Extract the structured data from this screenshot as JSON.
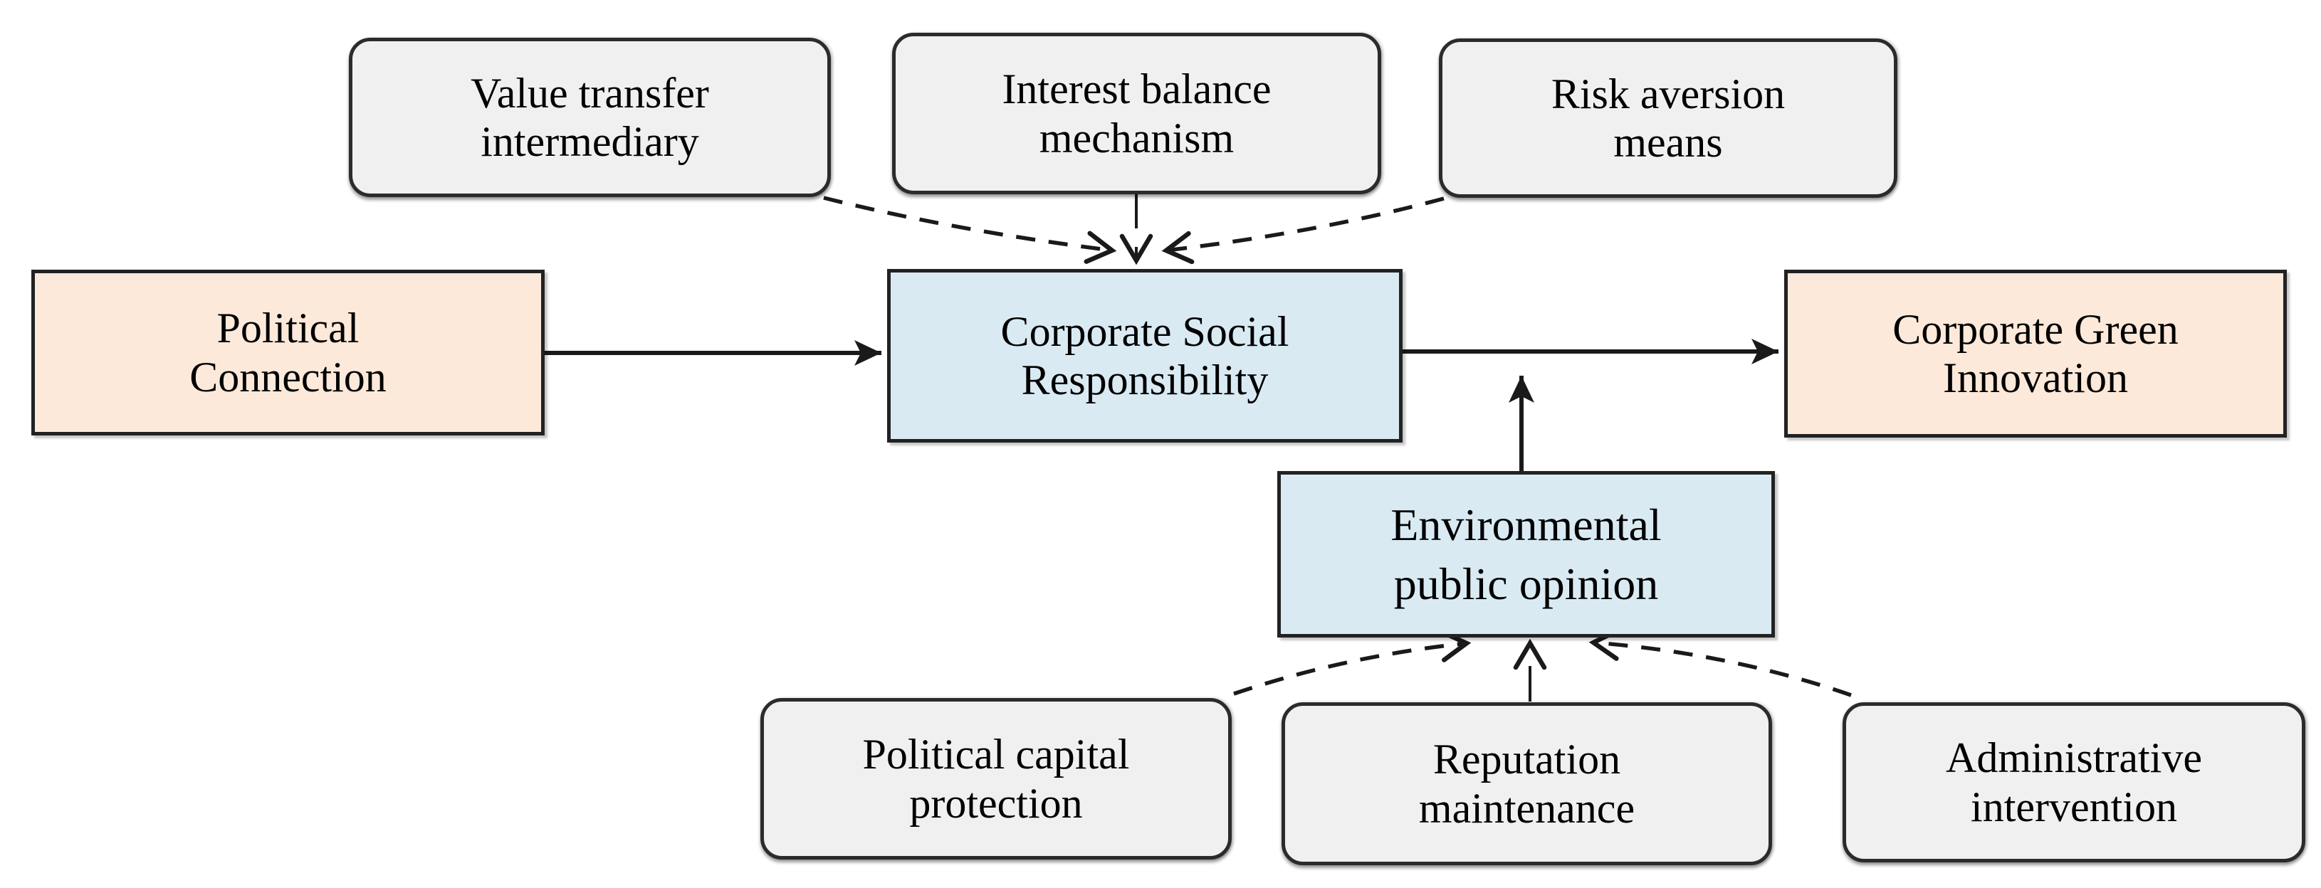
{
  "figure": {
    "type": "research-model-diagram",
    "background": "#ffffff",
    "colors": {
      "independent_dependent_fill": "#fce9da",
      "mediator_moderator_fill": "#d9eaf3",
      "mechanism_fill": "#f0f0f0",
      "border": "#222222",
      "line": "#1a1a1a",
      "text": "#000000"
    },
    "nodes": {
      "value_transfer": {
        "label": "Value transfer\nintermediary",
        "fill": "#f0f0f0"
      },
      "interest_balance": {
        "label": "Interest balance\nmechanism",
        "fill": "#f0f0f0"
      },
      "risk_aversion": {
        "label": "Risk aversion\nmeans",
        "fill": "#f0f0f0"
      },
      "political_connection": {
        "label": "Political\nConnection",
        "fill": "#fce9da"
      },
      "csr": {
        "label": "Corporate Social\nResponsibility",
        "fill": "#d9eaf3"
      },
      "cgi": {
        "label": "Corporate Green\nInnovation",
        "fill": "#fce9da"
      },
      "epo": {
        "label": "Environmental\npublic opinion",
        "fill": "#d9eaf3"
      },
      "political_capital": {
        "label": "Political capital\nprotection",
        "fill": "#f0f0f0"
      },
      "reputation": {
        "label": "Reputation\nmaintenance",
        "fill": "#f0f0f0"
      },
      "administrative": {
        "label": "Administrative\nintervention",
        "fill": "#f0f0f0"
      }
    },
    "edges": [
      {
        "from": "value_transfer",
        "to": "csr",
        "style": "dashed"
      },
      {
        "from": "interest_balance",
        "to": "csr",
        "style": "dashed"
      },
      {
        "from": "risk_aversion",
        "to": "csr",
        "style": "dashed"
      },
      {
        "from": "political_connection",
        "to": "csr",
        "style": "solid"
      },
      {
        "from": "csr",
        "to": "cgi",
        "style": "solid"
      },
      {
        "from": "epo",
        "to": "csr-cgi-arrow",
        "style": "solid"
      },
      {
        "from": "political_capital",
        "to": "epo",
        "style": "dashed"
      },
      {
        "from": "reputation",
        "to": "epo",
        "style": "dashed"
      },
      {
        "from": "administrative",
        "to": "epo",
        "style": "dashed"
      }
    ]
  }
}
